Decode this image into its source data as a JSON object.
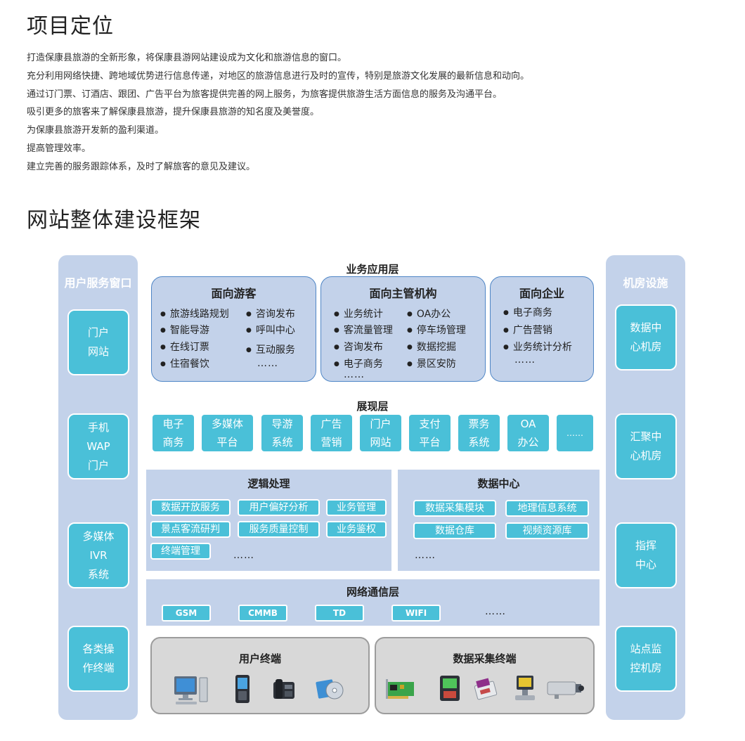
{
  "headings": {
    "positioning": "项目定位",
    "framework": "网站整体建设框架"
  },
  "intro": [
    "打造保康县旅游的全新形象，将保康县游网站建设成为文化和旅游信息的窗口。",
    "充分利用网络快捷、跨地域优势进行信息传递，对地区的旅游信息进行及时的宣传，特别是旅游文化发展的最新信息和动向。",
    "通过订门票、订酒店、跟团、广告平台为旅客提供完善的网上服务，为旅客提供旅游生活方面信息的服务及沟通平台。",
    "吸引更多的旅客来了解保康县旅游，提升保康县旅游的知名度及美誉度。",
    "为保康县旅游开发新的盈利渠道。",
    "提高管理效率。",
    "建立完善的服务跟踪体系，及时了解旅客的意见及建议。"
  ],
  "left_column": {
    "title": "用户服务窗口",
    "items": [
      [
        "门户",
        "网站"
      ],
      [
        "手机",
        "WAP",
        "门户"
      ],
      [
        "多媒体",
        "IVR",
        "系统"
      ],
      [
        "各类操",
        "作终端"
      ]
    ]
  },
  "right_column": {
    "title": "机房设施",
    "items": [
      [
        "数据中",
        "心机房"
      ],
      [
        "汇聚中",
        "心机房"
      ],
      [
        "指挥",
        "中心"
      ],
      [
        "站点监",
        "控机房"
      ]
    ]
  },
  "business_layer": {
    "title": "业务应用层",
    "panels": [
      {
        "title": "面向游客",
        "col1": [
          "旅游线路规划",
          "智能导游",
          "在线订票",
          "住宿餐饮"
        ],
        "col2": [
          "咨询发布",
          "呼叫中心",
          "互动服务"
        ],
        "ellipsis": "……"
      },
      {
        "title": "面向主管机构",
        "col1": [
          "业务统计",
          "客流量管理",
          "咨询发布",
          "电子商务"
        ],
        "col2": [
          "OA办公",
          "停车场管理",
          "数据挖掘",
          "景区安防"
        ],
        "ellipsis": "……"
      },
      {
        "title": "面向企业",
        "col1": [
          "电子商务",
          "广告营销",
          "业务统计分析"
        ],
        "ellipsis": "……"
      }
    ]
  },
  "presentation_layer": {
    "title": "展现层",
    "items": [
      [
        "电子",
        "商务"
      ],
      [
        "多媒体",
        "平台"
      ],
      [
        "导游",
        "系统"
      ],
      [
        "广告",
        "营销"
      ],
      [
        "门户",
        "网站"
      ],
      [
        "支付",
        "平台"
      ],
      [
        "票务",
        "系统"
      ],
      [
        "OA",
        "办公"
      ],
      [
        "……"
      ]
    ]
  },
  "logic": {
    "title": "逻辑处理",
    "items": [
      "数据开放服务",
      "用户偏好分析",
      "业务管理",
      "景点客流研判",
      "服务质量控制",
      "业务鉴权",
      "终端管理"
    ],
    "ellipsis": "……"
  },
  "datacenter": {
    "title": "数据中心",
    "items": [
      "数据采集模块",
      "地理信息系统",
      "数据仓库",
      "视频资源库"
    ],
    "ellipsis": "……"
  },
  "network": {
    "title": "网络通信层",
    "items": [
      "GSM",
      "CMMB",
      "TD",
      "WIFI"
    ],
    "ellipsis": "……"
  },
  "user_terminal": {
    "title": "用户终端",
    "icons": [
      "desktop-computer-icon",
      "mobile-phone-icon",
      "desk-telephone-icon",
      "cd-software-icon"
    ]
  },
  "collect_terminal": {
    "title": "数据采集终端",
    "icons": [
      "network-card-icon",
      "card-reader-icon",
      "pos-terminal-icon",
      "monitor-terminal-icon",
      "cctv-camera-icon"
    ]
  }
}
